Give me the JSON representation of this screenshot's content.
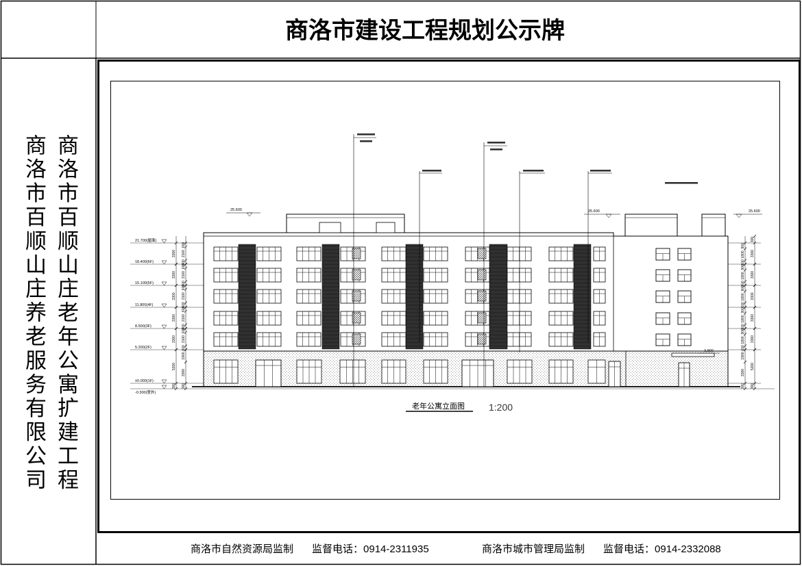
{
  "notice": {
    "title": "商洛市建设工程规划公示牌",
    "project_name": "商洛市百顺山庄老年公寓扩建工程",
    "developer": "商洛市百顺山庄养老服务有限公司"
  },
  "drawing": {
    "title": "老年公寓立面图",
    "scale": "1:200",
    "elevations": [
      "21.700(屋面)",
      "18.400(6F)",
      "15.100(5F)",
      "11.800(4F)",
      "8.500(3F)",
      "5.200(2F)",
      "±0.000(1F)",
      "-0.300(室外)"
    ],
    "roof_level": "25.600",
    "canopy_level": "3.900",
    "dimensions": {
      "floor_height": "3300",
      "west_floor_chain": [
        "600",
        "2100",
        "600"
      ],
      "east_floor_chain": [
        "900",
        "1800",
        "600"
      ],
      "ground_height": "5200",
      "ground_chain": [
        "1900",
        "3300"
      ],
      "plinth": "300"
    }
  },
  "footer": {
    "left_issuer": "商洛市自然资源局监制",
    "left_phone_label": "监督电话：",
    "left_phone": "0914-2311935",
    "right_issuer": "商洛市城市管理局监制",
    "right_phone_label": "监督电话：",
    "right_phone": "0914-2332088"
  }
}
